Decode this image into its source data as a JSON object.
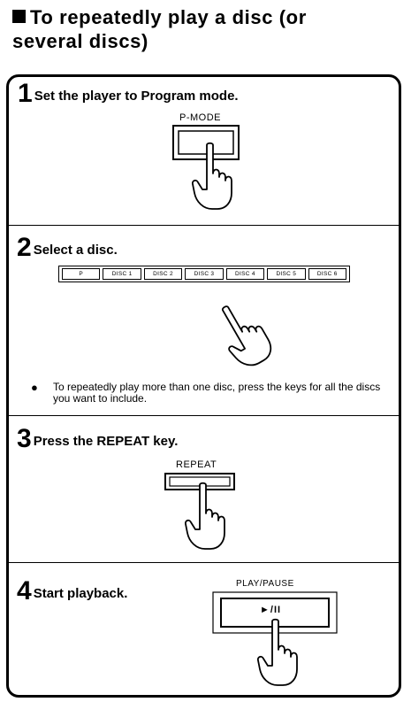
{
  "title": {
    "line1": "To repeatedly play a disc (or",
    "line2": "several discs)"
  },
  "steps": [
    {
      "number": "1",
      "text": "Set the player to Program mode.",
      "key_label": "P-MODE"
    },
    {
      "number": "2",
      "text": "Select a disc.",
      "discs": [
        "P",
        "DISC 1",
        "DISC 2",
        "DISC 3",
        "DISC 4",
        "DISC 5",
        "DISC 6"
      ],
      "note": "To repeatedly play more than one disc, press the keys for all the discs you want to include."
    },
    {
      "number": "3",
      "text": "Press the REPEAT key.",
      "key_label": "REPEAT"
    },
    {
      "number": "4",
      "text": "Start playback.",
      "key_label": "PLAY/PAUSE",
      "key_symbol": "►/II"
    }
  ],
  "icons": [
    "hand-pointer-icon",
    "square-bullet-icon"
  ]
}
